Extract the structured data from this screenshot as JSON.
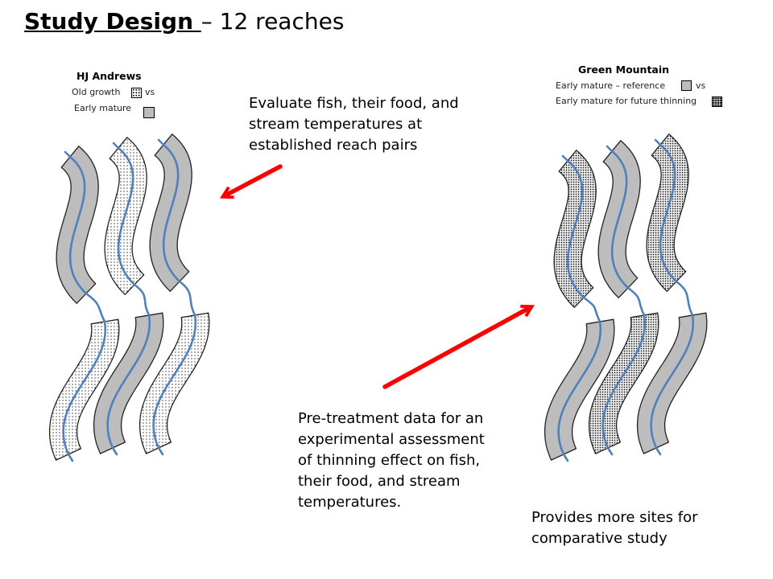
{
  "title": {
    "underlined": "Study Design ",
    "rest": "– 12 reaches"
  },
  "hj_andrews": {
    "heading": "HJ Andrews",
    "line1": "Old growth",
    "vs": "vs",
    "line2": "Early mature"
  },
  "green_mountain": {
    "heading": "Green Mountain",
    "line1": "Early mature – reference",
    "vs": "vs",
    "line2": "Early mature for future thinning"
  },
  "callouts": {
    "evaluate": "Evaluate fish, their food, and stream temperatures at established reach pairs",
    "pretreatment": "Pre-treatment data for an experimental assessment of thinning effect on fish, their food, and stream temperatures.",
    "provides": "Provides more sites for comparative study"
  },
  "colors": {
    "stream": "#4f81bd",
    "arrow": "#ff0000",
    "gray_fill": "#bdbdbd",
    "outline": "#222222"
  }
}
